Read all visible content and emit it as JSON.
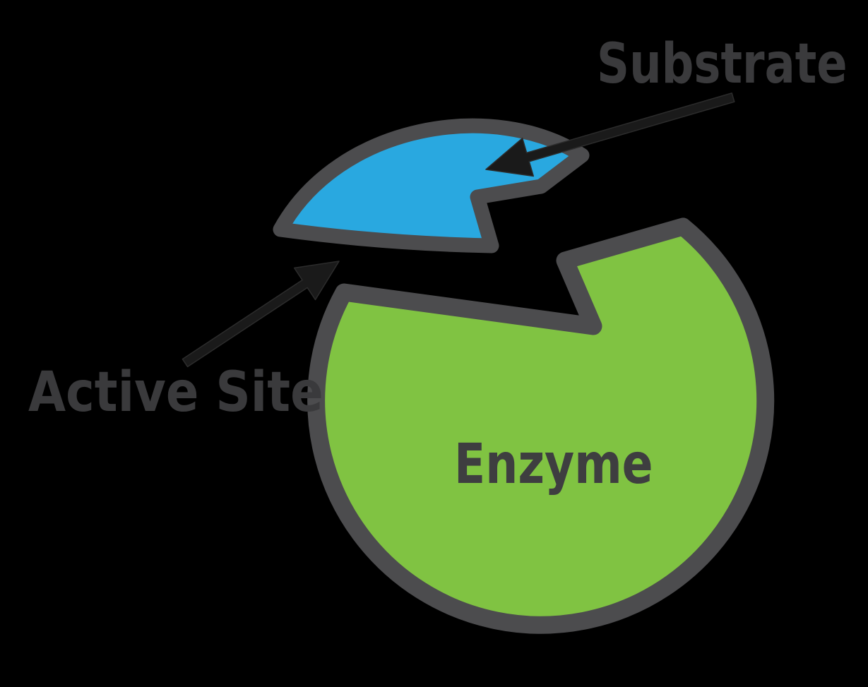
{
  "diagram": {
    "type": "enzyme-substrate-lock-and-key",
    "labels": {
      "substrate": "Substrate",
      "active_site": "Active Site",
      "enzyme": "Enzyme"
    },
    "colors": {
      "background": "#000000",
      "enzyme_fill": "#80C342",
      "substrate_fill": "#29A8E0",
      "shape_outline": "#4C4C4E",
      "label_text": "#3A3A3C",
      "arrow": "#1A1A1A"
    },
    "annotations": [
      {
        "label": "Substrate",
        "points_to": "substrate-shape"
      },
      {
        "label": "Active Site",
        "points_to": "enzyme-notch"
      }
    ]
  }
}
